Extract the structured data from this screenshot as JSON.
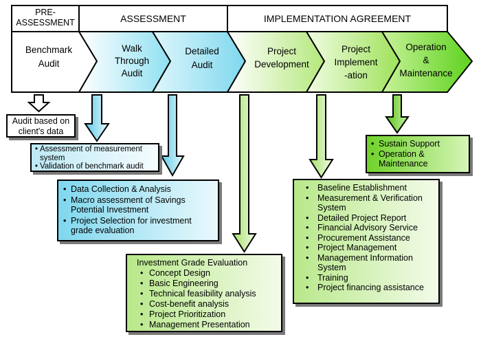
{
  "header": {
    "pre_assessment": "PRE-\nASSESSMENT",
    "assessment": "ASSESSMENT",
    "implementation": "IMPLEMENTATION AGREEMENT"
  },
  "stages": [
    {
      "label": "Benchmark\nAudit"
    },
    {
      "label": "Walk\nThrough\nAudit"
    },
    {
      "label": "Detailed\nAudit"
    },
    {
      "label": "Project\nDevelopment"
    },
    {
      "label": "Project\nImplement\n-ation"
    },
    {
      "label": "Operation\n&\nMaintenance"
    }
  ],
  "boxes": {
    "client_data": {
      "lines": [
        "Audit based on",
        "client's data"
      ]
    },
    "walk_through": {
      "items": [
        "Assessment of measurement system",
        "Validation of benchmark audit"
      ]
    },
    "detailed": {
      "items": [
        "Data Collection & Analysis",
        "Macro assessment of Savings Potential Investment",
        "Project Selection for investment grade evaluation"
      ]
    },
    "investment": {
      "title": "Investment Grade Evaluation",
      "items": [
        "Concept Design",
        "Basic Engineering",
        "Technical feasibility analysis",
        "Cost-benefit analysis",
        "Project Prioritization",
        "Management Presentation"
      ]
    },
    "implementation": {
      "items": [
        "Baseline Establishment",
        "Measurement & Verification System",
        "Detailed Project Report",
        "Financial Advisory Service",
        "Procurement Assistance",
        "Project Management",
        "Management Information System",
        "Training",
        "Project financing assistance"
      ]
    },
    "operation": {
      "items": [
        "Sustain Support",
        "Operation & Maintenance"
      ]
    }
  }
}
